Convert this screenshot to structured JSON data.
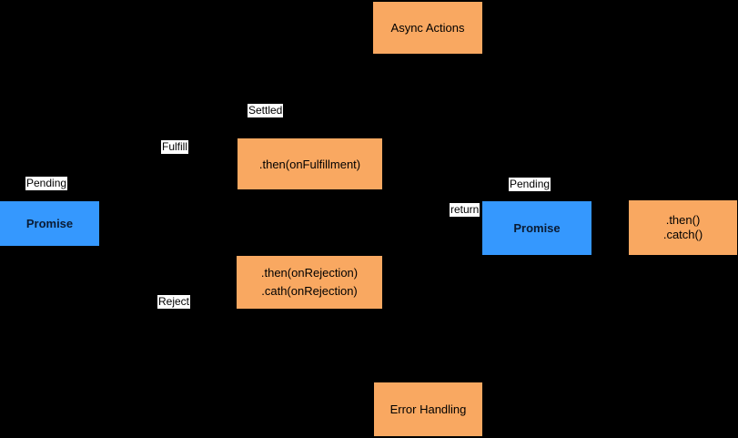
{
  "diagram": {
    "background": "#000000",
    "colors": {
      "orange_node": "#F9A861",
      "blue_node": "#3598FE",
      "label_background": "#FFFFFF",
      "text": "#000000"
    },
    "nodes": {
      "async_actions": {
        "label": "Async Actions"
      },
      "then_onfulfillment": {
        "label": ".then(onFulfillment)"
      },
      "promise_left": {
        "label": "Promise"
      },
      "then_onrejection": {
        "line1": ".then(onRejection)",
        "line2": ".cath(onRejection)"
      },
      "promise_right": {
        "label": "Promise"
      },
      "then_catch": {
        "line1": ".then()",
        "line2": ".catch()"
      },
      "error_handling": {
        "label": "Error Handling"
      }
    },
    "edge_labels": {
      "pending_left": "Pending",
      "fulfill": "Fulfill",
      "settled": "Settled",
      "reject": "Reject",
      "return": "return",
      "pending_right": "Pending"
    }
  }
}
